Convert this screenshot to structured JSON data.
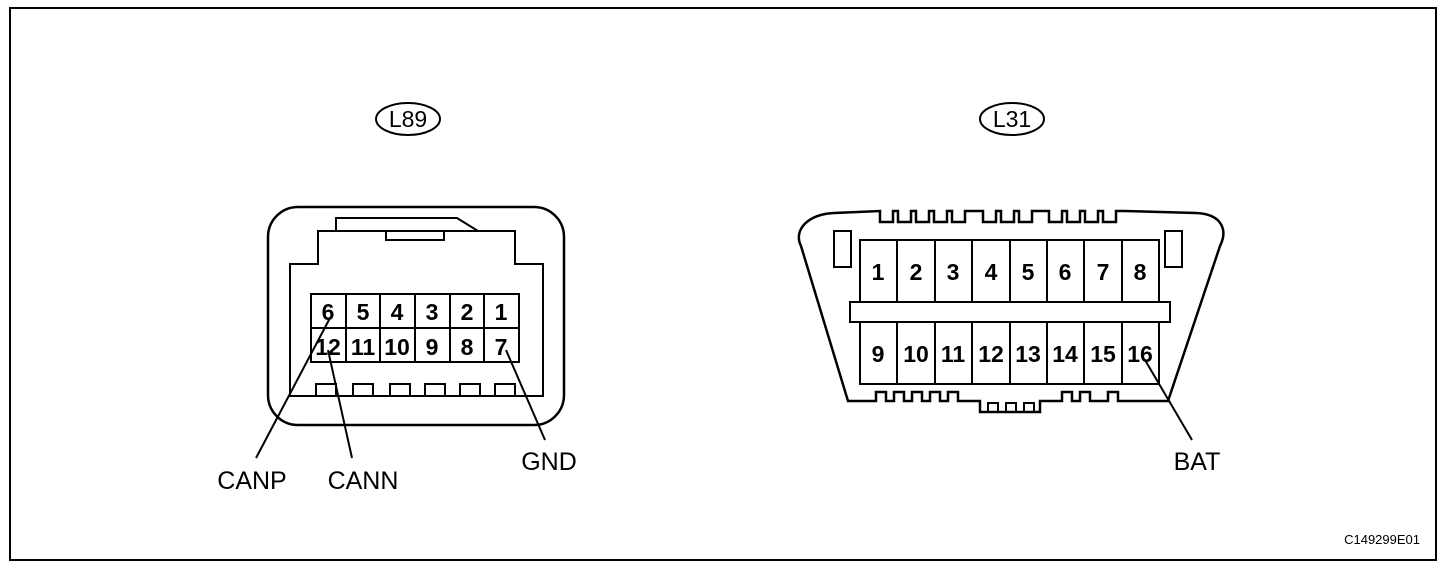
{
  "connectors": [
    {
      "id": "L89",
      "pins_top": [
        "6",
        "5",
        "4",
        "3",
        "2",
        "1"
      ],
      "pins_bottom": [
        "12",
        "11",
        "10",
        "9",
        "8",
        "7"
      ],
      "wires": [
        "CANP",
        "CANN",
        "GND"
      ]
    },
    {
      "id": "L31",
      "pins_top": [
        "1",
        "2",
        "3",
        "4",
        "5",
        "6",
        "7",
        "8"
      ],
      "pins_bottom": [
        "9",
        "10",
        "11",
        "12",
        "13",
        "14",
        "15",
        "16"
      ],
      "wires": [
        "BAT"
      ]
    }
  ],
  "figure_ref": "C149299E01"
}
